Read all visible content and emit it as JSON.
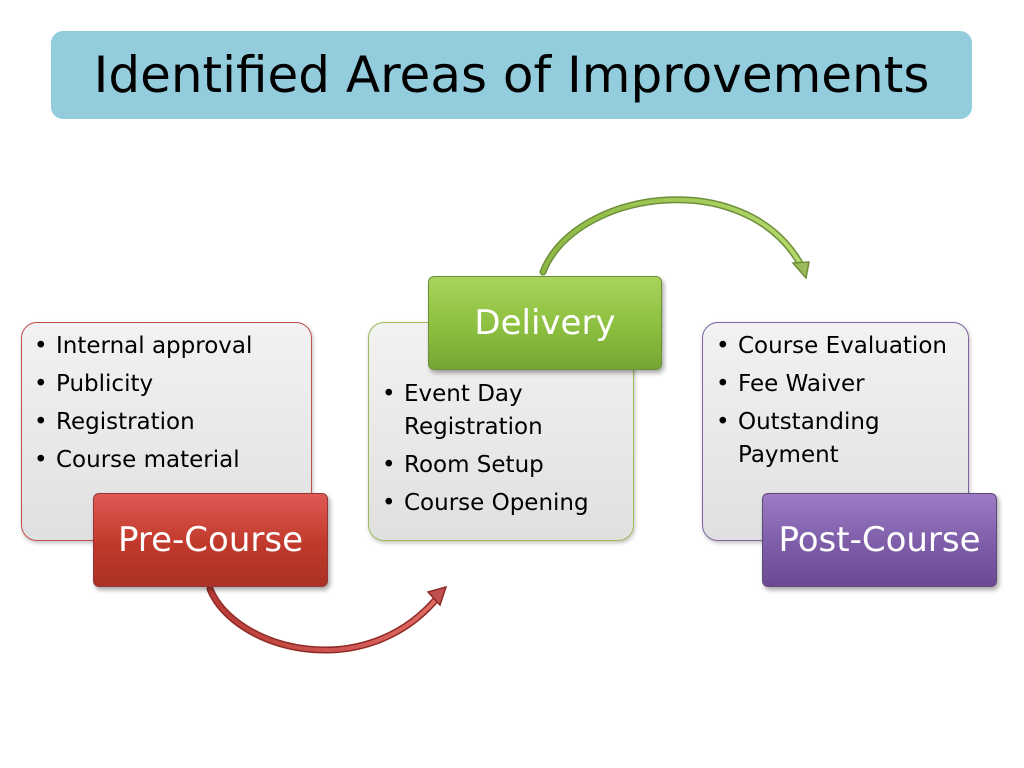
{
  "title": "Identified Areas of Improvements",
  "stages": {
    "pre": {
      "label": "Pre-Course",
      "items": [
        "Internal approval",
        "Publicity",
        "Registration",
        "Course material"
      ],
      "color": "#c0504d"
    },
    "delivery": {
      "label": "Delivery",
      "items": [
        "Event Day Registration",
        "Room Setup",
        "Course Opening"
      ],
      "color": "#9bbb59"
    },
    "post": {
      "label": "Post-Course",
      "items": [
        "Course Evaluation",
        "Fee Waiver",
        "Outstanding Payment"
      ],
      "color": "#8064a2"
    }
  },
  "colors": {
    "title_bg": "#93cddd",
    "card_bg": "#e6e6e6"
  },
  "bullet_glyph": "•"
}
